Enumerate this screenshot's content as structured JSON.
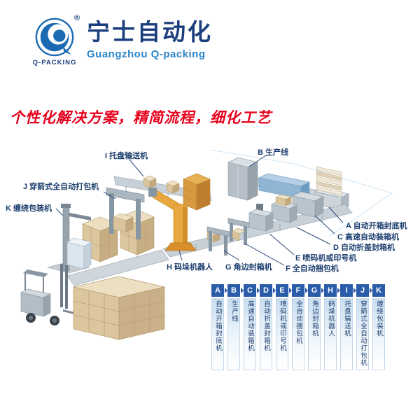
{
  "header": {
    "logo_name": "Q-PACKING",
    "registered_mark": "®",
    "brand_cn": "宁士自动化",
    "brand_en": "Guangzhou Q-packing"
  },
  "slogan": "个性化解决方案，精简流程，细化工艺",
  "diagram": {
    "labels": {
      "A": "A 自动开箱封底机",
      "B": "B 生产线",
      "C": "C 高速自动装箱机",
      "D": "D 自动折盖封箱机",
      "E": "E 喷码机或印号机",
      "F": "F 全自动捆包机",
      "G": "G 角边封箱机",
      "H": "H 码垛机器人",
      "I": "I 托盘输送机",
      "J": "J 穿箭式全自动打包机",
      "K": "K 缠绕包装机"
    }
  },
  "legend": {
    "items": [
      {
        "letter": "A",
        "label": "自动开箱封底机"
      },
      {
        "letter": "B",
        "label": "生产线"
      },
      {
        "letter": "C",
        "label": "高速自动装箱机"
      },
      {
        "letter": "D",
        "label": "自动折盖封箱机"
      },
      {
        "letter": "E",
        "label": "喷码机或印号机"
      },
      {
        "letter": "F",
        "label": "全自动捆包机"
      },
      {
        "letter": "G",
        "label": "角边封箱机"
      },
      {
        "letter": "H",
        "label": "码垛机器人"
      },
      {
        "letter": "I",
        "label": "托盘输送机"
      },
      {
        "letter": "J",
        "label": "穿箭式全自动打包机"
      },
      {
        "letter": "K",
        "label": "缠绕包装机"
      }
    ]
  },
  "colors": {
    "brand_blue": "#1b3f7c",
    "accent_blue": "#2e86c8",
    "slogan_red": "#e8001c",
    "legend_blue": "#2a5caa"
  }
}
